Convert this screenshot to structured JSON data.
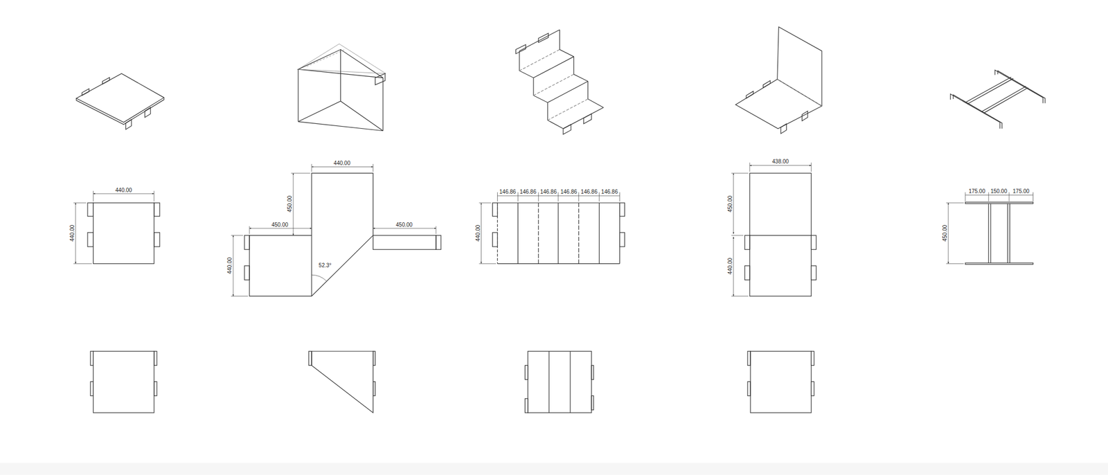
{
  "diagram": {
    "labels": [
      "440.00",
      "440.00",
      "440.00",
      "450.00",
      "450.00",
      "450.00",
      "440.00",
      "52.3°",
      "146.86",
      "146.86",
      "146.86",
      "146.86",
      "146.86",
      "146.86",
      "440.00",
      "438.00",
      "450.00",
      "440.00",
      "175.00",
      "150.00",
      "175.00",
      "450.00"
    ]
  }
}
